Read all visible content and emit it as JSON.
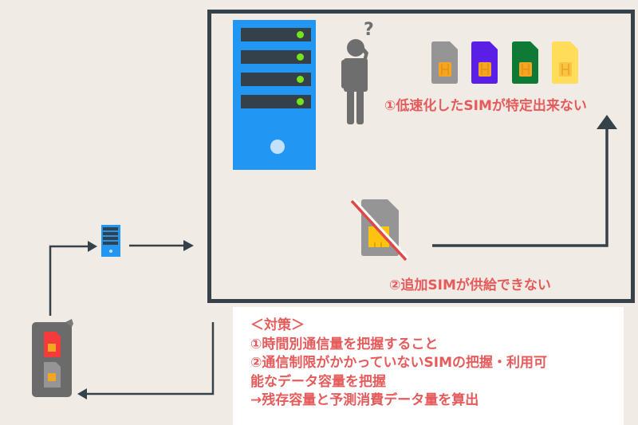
{
  "diagram": {
    "title": "SIM data throttling problem and countermeasures",
    "colors": {
      "background": "#f0ebe5",
      "frame": "#35424a",
      "server_blue": "#2196f3",
      "server_slot": "#34414b",
      "server_led": "#76e31b",
      "text_red": "#e55b5b",
      "person_gray": "#6e6e6e",
      "sim_colors": [
        "#959595",
        "#5a1ee6",
        "#0f7a35",
        "#ffdd5a"
      ],
      "sim_chip": "#f4a623"
    },
    "nodes": {
      "mobile_router": {
        "icon": "mobile-router-icon",
        "sims": [
          "red",
          "gray"
        ]
      },
      "relay_server": {
        "icon": "server-small-icon"
      },
      "main_server": {
        "icon": "server-tower-icon",
        "slots": 4
      },
      "operator": {
        "icon": "confused-person-icon",
        "symbol": "?"
      },
      "sim_cards": {
        "icon": "sim-card-icon",
        "count": 4
      },
      "no_sim": {
        "icon": "sim-card-crossed-icon"
      }
    },
    "problems": {
      "problem_1": "①低速化したSIMが特定出来ない",
      "problem_2": "②追加SIMが供給できない"
    },
    "countermeasures": {
      "heading": "＜対策＞",
      "lines": [
        "①時間別通信量を把握すること",
        "②通信制限がかかっていないSIMの把握・利用可",
        "能なデータ容量を把握",
        "→残存容量と予測消費データ量を算出"
      ]
    }
  }
}
